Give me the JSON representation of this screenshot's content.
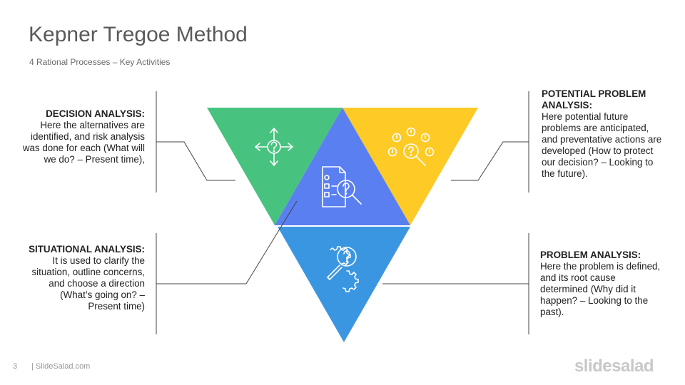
{
  "header": {
    "title": "Kepner Tregoe Method",
    "subtitle": "4 Rational Processes – Key Activities"
  },
  "blocks": {
    "decision": {
      "heading": "DECISION ANALYSIS:",
      "body": "Here the alternatives are identified, and risk analysis was done for each (What will we do? – Present time),"
    },
    "situational": {
      "heading": "SITUATIONAL ANALYSIS:",
      "body": "It is used to clarify the situation, outline concerns, and choose a direction (What’s going on? – Present time)"
    },
    "potential": {
      "heading": "POTENTIAL PROBLEM ANALYSIS:",
      "body": "Here potential future problems are anticipated, and preventative actions are developed (How to protect our decision? – Looking to the future)."
    },
    "problem": {
      "heading": "PROBLEM ANALYSIS:",
      "body": "Here the problem is defined, and its root cause determined (Why did it happen? – Looking to the past)."
    }
  },
  "colors": {
    "green": "#47c37f",
    "yellow": "#fdca26",
    "purple": "#5a7ff0",
    "blue": "#3b96e1",
    "line": "#444444"
  },
  "icons": {
    "green": "move-arrows-question-icon",
    "center": "document-magnifier-icon",
    "yellow": "search-alerts-icon",
    "blue": "gear-question-magnifier-icon"
  },
  "footer": {
    "page_number": "3",
    "site": "| SlideSalad.com",
    "brand": "slidesalad"
  }
}
